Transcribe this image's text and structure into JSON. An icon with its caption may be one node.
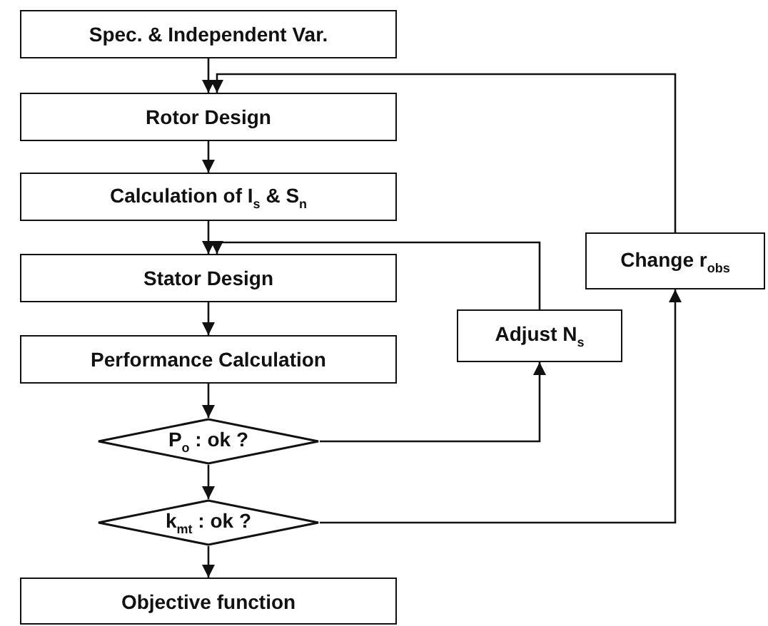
{
  "diagram": {
    "nodes": [
      {
        "text": [
          "Spec. & Independent Var."
        ]
      },
      {
        "text": [
          "Rotor Design"
        ]
      },
      {
        "text": [
          "Calculation of I$_{s}$ & S$_{n}$"
        ]
      },
      {
        "text": [
          "Stator Design"
        ]
      },
      {
        "text": [
          "Performance Calculation"
        ]
      },
      {
        "text": [
          "P$_{o}$ : ok ?"
        ]
      },
      {
        "text": [
          "k$_{mt}$ : ok ?"
        ]
      },
      {
        "text": [
          "Objective function"
        ]
      },
      {
        "text": [
          "Adjust N$_{s}$"
        ]
      },
      {
        "text": [
          "Change r$_{obs}$"
        ]
      }
    ],
    "edges": [
      {
        "from": 0,
        "to": 1,
        "arrow": "to"
      },
      {
        "from": 1,
        "to": 2,
        "arrow": "to"
      },
      {
        "from": 2,
        "to": 3,
        "arrow": "to"
      },
      {
        "from": 3,
        "to": 4,
        "arrow": "to"
      },
      {
        "from": 4,
        "to": 5,
        "arrow": "to"
      },
      {
        "from": 5,
        "to": 6,
        "arrow": "to"
      },
      {
        "from": 6,
        "to": 7,
        "arrow": "to"
      },
      {
        "from": 5,
        "to": 8,
        "arrow": "to"
      },
      {
        "from": 8,
        "to": 3,
        "arrow": "to"
      },
      {
        "from": 6,
        "to": 9,
        "arrow": "to"
      },
      {
        "from": 9,
        "to": 1,
        "arrow": "to"
      }
    ]
  }
}
